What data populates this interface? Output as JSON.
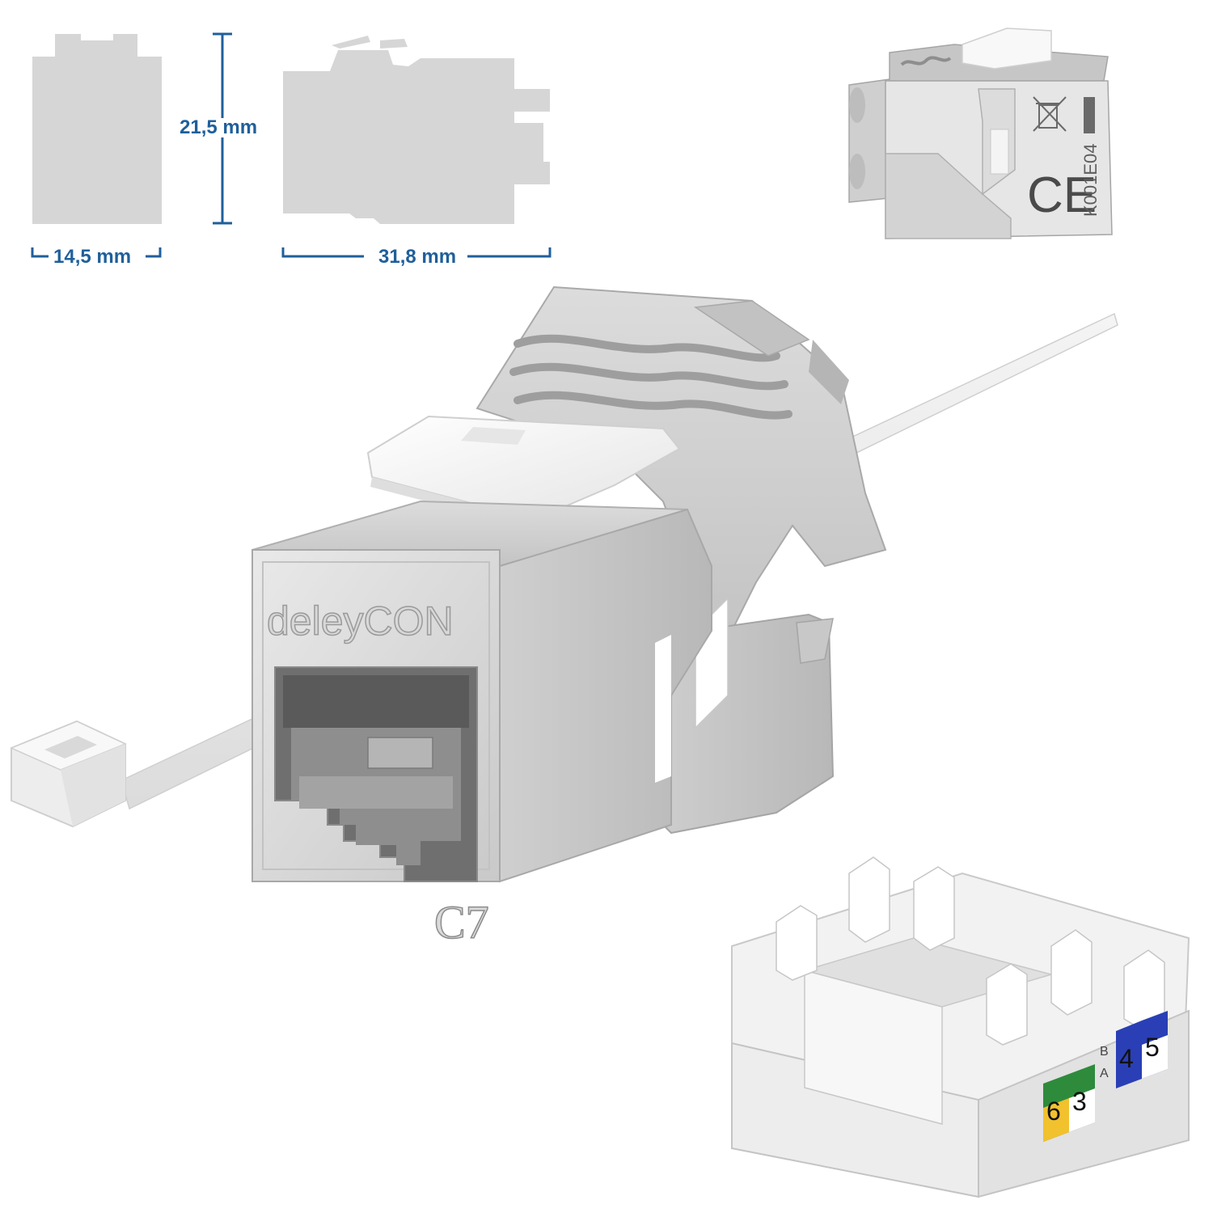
{
  "dimensions": {
    "width_front": "14,5 mm",
    "height": "21,5 mm",
    "length": "31,8 mm",
    "line_color": "#1f5f9b",
    "silhouette_color": "#d6d6d6"
  },
  "product": {
    "brand_embossed": "deleyCON",
    "category_marking": "C7",
    "product_code": "K001E04",
    "certification_mark": "CE",
    "disposal_symbol": "crossed-out-bin-icon"
  },
  "terminal_block": {
    "pin_labels": [
      "6",
      "3",
      "4",
      "5"
    ],
    "pair_letters": [
      "B",
      "A"
    ],
    "colors": {
      "green": "#2e8b3c",
      "orange": "#f2c12e",
      "blue": "#2a3fb5"
    }
  }
}
